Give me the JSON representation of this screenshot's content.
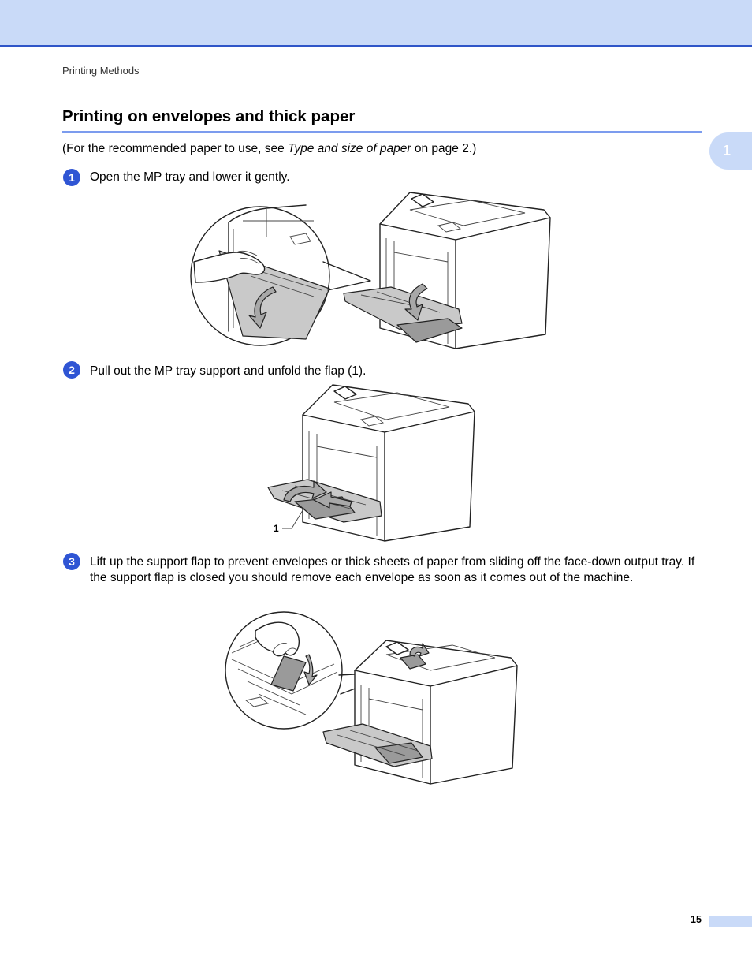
{
  "header": {
    "breadcrumb": "Printing Methods"
  },
  "chapter_tab": "1",
  "section": {
    "title": "Printing on envelopes and thick paper",
    "intro_prefix": "(For the recommended paper to use, see ",
    "intro_link": "Type and size of paper",
    "intro_suffix": " on page 2.)"
  },
  "steps": [
    {
      "number": "1",
      "text": "Open the MP tray and lower it gently."
    },
    {
      "number": "2",
      "text": "Pull out the MP tray support and unfold the flap (1).",
      "callout": "1"
    },
    {
      "number": "3",
      "text": "Lift up the support flap to prevent envelopes or thick sheets of paper from sliding off the face-down output tray. If the support flap is closed you should remove each envelope as soon as it comes out of the machine."
    }
  ],
  "footer": {
    "page_number": "15"
  }
}
